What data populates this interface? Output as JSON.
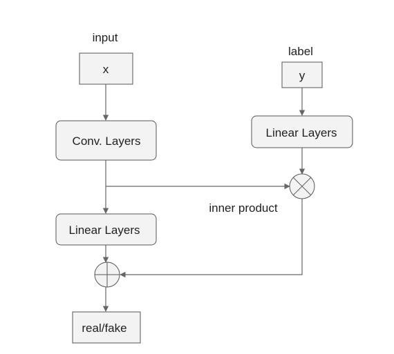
{
  "labels": {
    "input": "input",
    "label": "label",
    "inner_product": "inner product"
  },
  "nodes": {
    "x": "x",
    "y": "y",
    "conv_layers": "Conv. Layers",
    "linear_layers_right": "Linear Layers",
    "linear_layers_left": "Linear Layers",
    "real_fake": "real/fake"
  },
  "symbols": {
    "multiply": "circled-times",
    "add": "circled-plus"
  },
  "colors": {
    "box_fill": "#f3f3f3",
    "box_stroke": "#555555",
    "edge": "#666666",
    "text": "#1f1f1f"
  }
}
